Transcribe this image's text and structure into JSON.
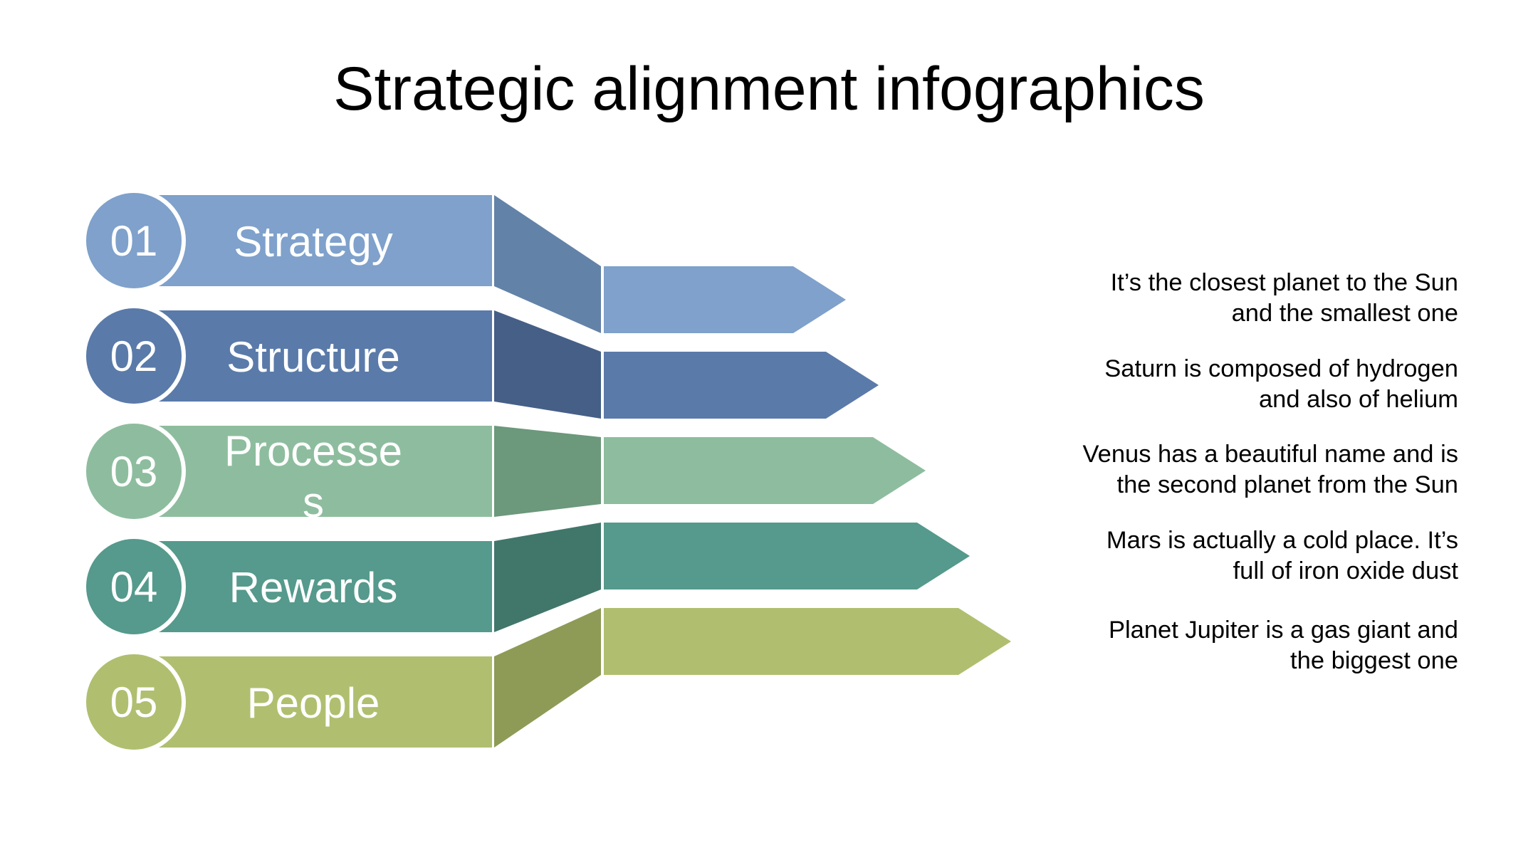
{
  "title": "Strategic alignment infographics",
  "colors": {
    "stage_fill": [
      "#7fa1cb",
      "#5a7aa9",
      "#8dbd9e",
      "#559a8c",
      "#afbf6f"
    ],
    "stage_dark": [
      "#6382a8",
      "#455f87",
      "#6c987b",
      "#41766b",
      "#8d9b56"
    ],
    "background": "#ffffff",
    "text": "#000000",
    "label_text": "#ffffff"
  },
  "stages": [
    {
      "number": "01",
      "label": "Strategy",
      "description": [
        "It’s the closest planet to the Sun",
        "and the smallest one"
      ]
    },
    {
      "number": "02",
      "label": "Structure",
      "description": [
        "Saturn is composed of hydrogen",
        "and also of helium"
      ]
    },
    {
      "number": "03",
      "label_lines": [
        "Processe",
        "s"
      ],
      "description": [
        "Venus has a beautiful name and is",
        "the second planet from the Sun"
      ]
    },
    {
      "number": "04",
      "label": "Rewards",
      "description": [
        "Mars is actually a cold place. It’s",
        "full of iron oxide dust"
      ]
    },
    {
      "number": "05",
      "label": "People",
      "description": [
        "Planet Jupiter is a gas giant and",
        "the biggest one"
      ]
    }
  ]
}
